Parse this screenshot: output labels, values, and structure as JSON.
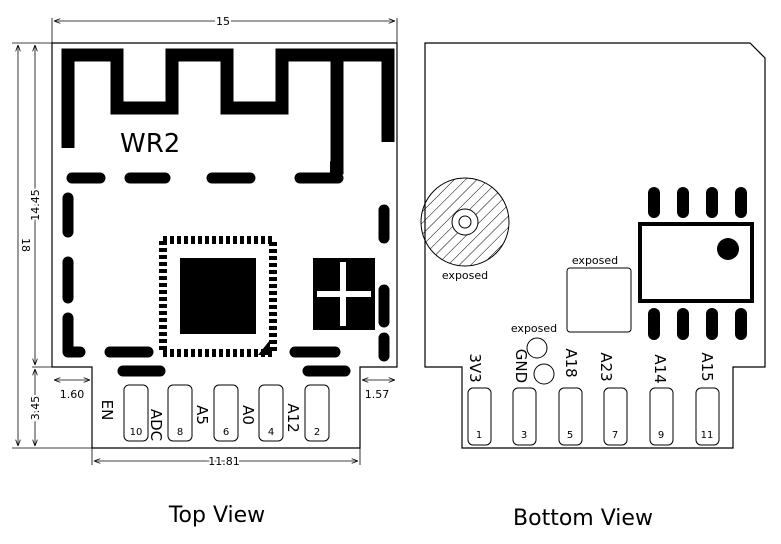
{
  "top_view": {
    "caption": "Top View",
    "module_name": "WR2",
    "dims": {
      "width": "15",
      "height": "18",
      "body_height": "14.45",
      "tab_height": "3.45",
      "left_offset": "1.60",
      "right_offset": "1.57",
      "tab_width": "11.81"
    },
    "pins": [
      {
        "label": "EN",
        "num": "10"
      },
      {
        "label": "ADC",
        "num": "8"
      },
      {
        "label": "A5",
        "num": "6"
      },
      {
        "label": "A0",
        "num": "4"
      },
      {
        "label": "A12",
        "num": "2"
      }
    ]
  },
  "bottom_view": {
    "caption": "Bottom View",
    "exposed_labels": [
      "exposed",
      "exposed",
      "exposed"
    ],
    "pins": [
      {
        "label": "3V3",
        "num": "1"
      },
      {
        "label": "GND",
        "num": "3"
      },
      {
        "label": "A18",
        "num": "5"
      },
      {
        "label": "A23",
        "num": "7"
      },
      {
        "label": "A14",
        "num": "9"
      },
      {
        "label": "A15",
        "num": "11"
      }
    ]
  }
}
